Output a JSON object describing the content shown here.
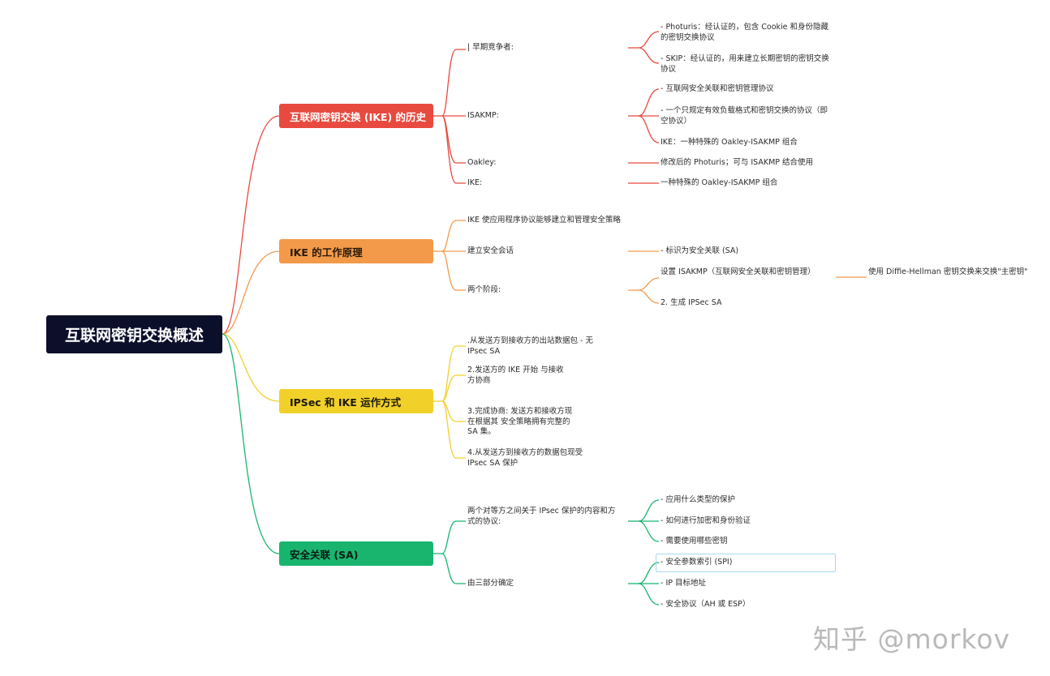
{
  "root": {
    "label": "互联网密钥交换概述"
  },
  "colors": {
    "root": "#0b0f2a",
    "ike_history": "#e84a3f",
    "ike_principle": "#f29a4a",
    "ipsec_ike": "#f2d02a",
    "sa": "#19b56f",
    "selection": "#a9d8f2"
  },
  "branches": {
    "ike_history": {
      "label": "互联网密钥交换 (IKE) 的历史",
      "early": {
        "label": "| 早期竞争者:",
        "items": [
          "- Photuris：经认证的，包含 Cookie 和身份隐藏的密钥交换协议",
          "- SKIP：经认证的，用来建立长期密钥的密钥交换协议"
        ]
      },
      "isakmp": {
        "label": "ISAKMP:",
        "items": [
          "- 互联网安全关联和密钥管理协议",
          "- 一个只规定有效负载格式和密钥交换的协议（即空协议）",
          "IKE：一种特殊的 Oakley-ISAKMP 组合"
        ]
      },
      "oakley": {
        "label": "Oakley:",
        "desc": "修改后的 Photuris；可与 ISAKMP 结合使用"
      },
      "ike": {
        "label": "IKE:",
        "desc": "一种特殊的 Oakley-ISAKMP 组合"
      }
    },
    "ike_principle": {
      "label": "IKE 的工作原理",
      "p1": "IKE 使应用程序协议能够建立和管理安全策略",
      "session": {
        "label": "建立安全会话",
        "desc": "- 标识为安全关联 (SA)"
      },
      "phases": {
        "label": "两个阶段:",
        "phase1": "设置 ISAKMP（互联网安全关联和密钥管理）",
        "phase1_detail": "使用 Diffie-Hellman 密钥交换来交换\"主密钥\"",
        "phase2": "2. 生成 IPSec SA"
      }
    },
    "ipsec_ike": {
      "label": "IPSec 和 IKE 运作方式",
      "steps": [
        ".从发送方到接收方的出站数据包 - 无 IPsec SA",
        "2.发送方的 IKE 开始 与接收方协商",
        "3.完成协商: 发送方和接收方现在根据其 安全策略拥有完整的 SA 集。",
        "4.从发送方到接收方的数据包现受 IPsec SA 保护"
      ]
    },
    "sa": {
      "label": "安全关联 (SA)",
      "protocol": {
        "label": "两个对等方之间关于 IPsec 保护的内容和方式的协议:",
        "items": [
          "- 应用什么类型的保护",
          "- 如何进行加密和身份验证",
          "- 需要使用哪些密钥"
        ]
      },
      "determined": {
        "label": "由三部分确定",
        "items": [
          "- 安全参数索引 (SPI)",
          "- IP 目标地址",
          "- 安全协议（AH 或 ESP）"
        ]
      }
    }
  },
  "watermark": "知乎 @morkov"
}
